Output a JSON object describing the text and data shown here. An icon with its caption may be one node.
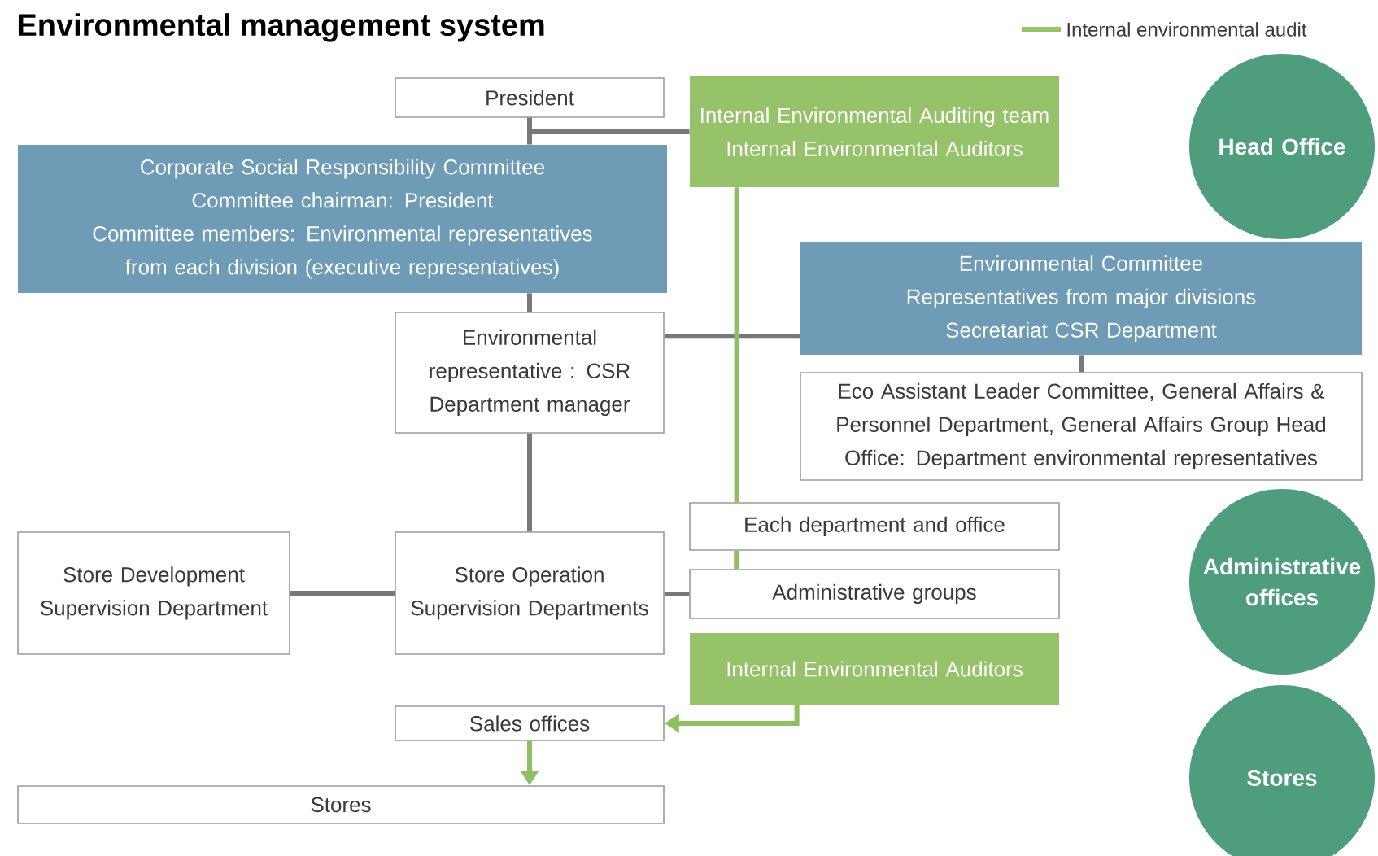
{
  "diagram": {
    "title": "Environmental management system",
    "nodes": [
      {
        "text": [
          "President"
        ]
      },
      {
        "text": [
          "Internal Environmental Auditing team",
          "Internal Environmental Auditors"
        ]
      },
      {
        "text": [
          "Head Office"
        ]
      },
      {
        "text": [
          "Corporate Social Responsibility Committee",
          "Committee chairman: President",
          "Committee members: Environmental representatives from each division (executive representatives)"
        ]
      },
      {
        "text": [
          "Environmental representative : CSR Department manager"
        ]
      },
      {
        "text": [
          "Environmental Committee",
          "Representatives from major divisions",
          "Secretariat CSR Department"
        ]
      },
      {
        "text": [
          "Eco Assistant Leader Committee, General Affairs & Personnel Department, General Affairs Group Head Office: Department environmental representatives"
        ]
      },
      {
        "text": [
          "Each department and office"
        ]
      },
      {
        "text": [
          "Administrative offices"
        ]
      },
      {
        "text": [
          "Store Development Supervision Department"
        ]
      },
      {
        "text": [
          "Store Operation Supervision Departments"
        ]
      },
      {
        "text": [
          "Administrative groups"
        ]
      },
      {
        "text": [
          "Internal Environmental Auditors"
        ]
      },
      {
        "text": [
          "Sales offices"
        ]
      },
      {
        "text": [
          "Stores"
        ]
      },
      {
        "text": [
          "Stores"
        ]
      }
    ],
    "edges": [
      {
        "from": 0,
        "to": 3,
        "arrow": "none"
      },
      {
        "from": 0,
        "to": 1,
        "arrow": "none"
      },
      {
        "from": 3,
        "to": 4,
        "arrow": "none"
      },
      {
        "from": 4,
        "to": 5,
        "arrow": "none"
      },
      {
        "from": 5,
        "to": 6,
        "arrow": "none"
      },
      {
        "from": 4,
        "to": 10,
        "arrow": "none"
      },
      {
        "from": 9,
        "to": 10,
        "arrow": "none"
      },
      {
        "from": 10,
        "to": 11,
        "arrow": "none"
      },
      {
        "from": 1,
        "to": 7,
        "arrow": "none",
        "color": "#8cc063"
      },
      {
        "from": 7,
        "to": 11,
        "arrow": "none",
        "color": "#8cc063"
      },
      {
        "from": 12,
        "to": 13,
        "arrow": "to",
        "color": "#8cc063"
      },
      {
        "from": 13,
        "to": 15,
        "arrow": "to",
        "color": "#8cc063"
      }
    ],
    "legend": [
      {
        "text": "Internal environmental audit"
      }
    ]
  }
}
